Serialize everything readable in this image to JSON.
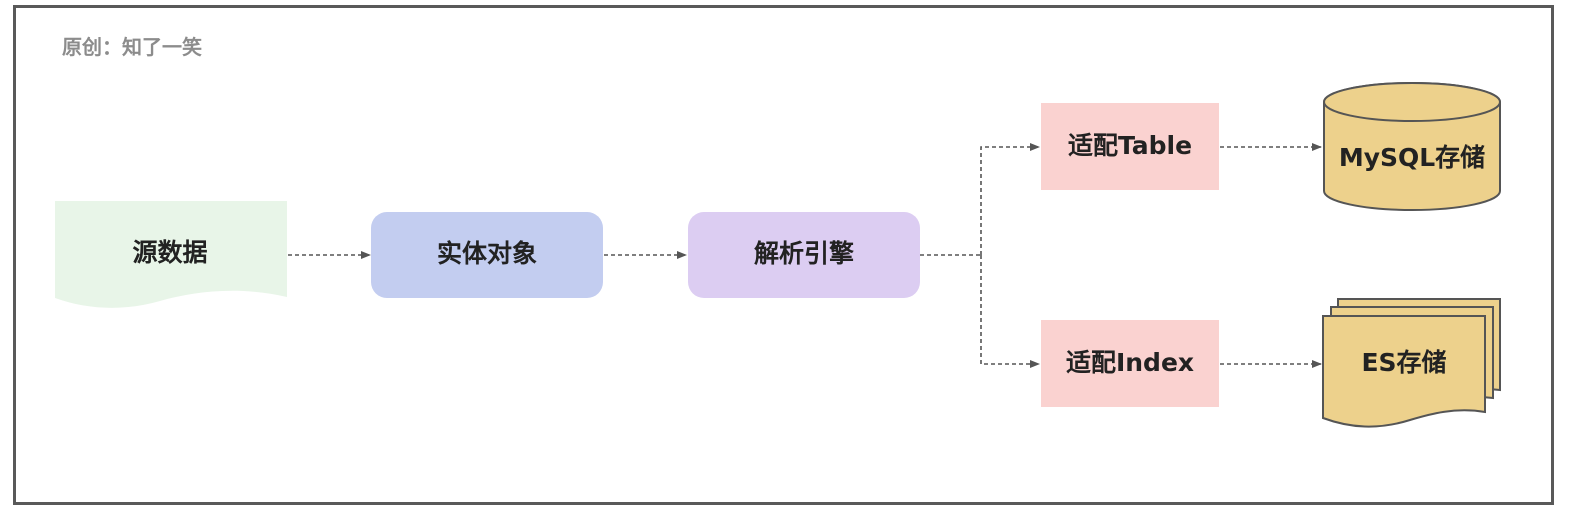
{
  "credit": "原创：知了一笑",
  "nodes": {
    "source": {
      "label": "源数据",
      "fill": "#e8f5e8"
    },
    "entity": {
      "label": "实体对象",
      "fill": "#c3cdf0"
    },
    "engine": {
      "label": "解析引擎",
      "fill": "#dccdf2"
    },
    "adapt_table": {
      "label": "适配Table",
      "fill": "#fad2d0"
    },
    "adapt_index": {
      "label": "适配Index",
      "fill": "#fad2d0"
    },
    "mysql": {
      "label": "MySQL存储",
      "fill": "#edd18c"
    },
    "es": {
      "label": "ES存储",
      "fill": "#edd18c"
    }
  },
  "edges": [
    {
      "from": "源数据",
      "to": "实体对象"
    },
    {
      "from": "实体对象",
      "to": "解析引擎"
    },
    {
      "from": "解析引擎",
      "to": "适配Table"
    },
    {
      "from": "解析引擎",
      "to": "适配Index"
    },
    {
      "from": "适配Table",
      "to": "MySQL存储"
    },
    {
      "from": "适配Index",
      "to": "ES存储"
    }
  ],
  "colors": {
    "frame": "#595959",
    "edge": "#555555",
    "storage_stroke": "#555555"
  }
}
